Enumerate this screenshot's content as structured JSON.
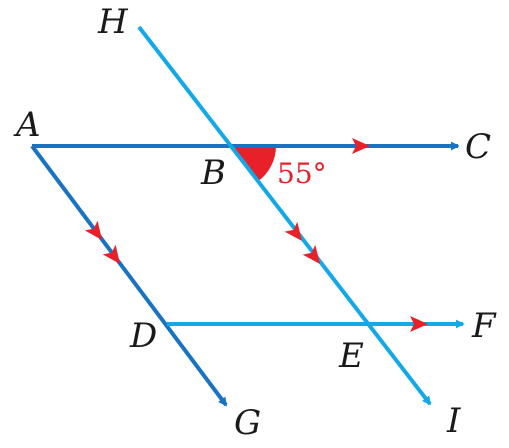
{
  "points": {
    "H": "H",
    "A": "A",
    "B": "B",
    "C": "C",
    "D": "D",
    "E": "E",
    "F": "F",
    "G": "G",
    "I": "I"
  },
  "angle": {
    "value": "55°"
  },
  "colors": {
    "dark_line": "#1a73c0",
    "light_line": "#14a8e6",
    "marker": "#e8202a",
    "text": "#1a1a1a"
  }
}
